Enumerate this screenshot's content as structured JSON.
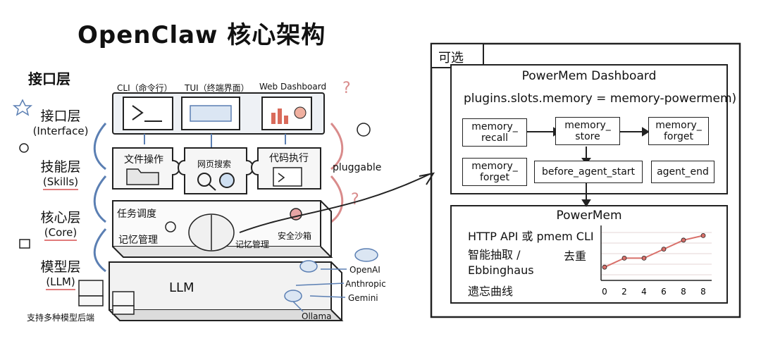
{
  "title": "OpenClaw 核心架构",
  "left_heading": "接口层",
  "layers": [
    {
      "name": "接口层",
      "sub": "(Interface)"
    },
    {
      "name": "技能层",
      "sub": "(Skills)"
    },
    {
      "name": "核心层",
      "sub": "(Core)"
    },
    {
      "name": "模型层",
      "sub": "(LLM)"
    }
  ],
  "interfaces": [
    "CLI（命令行）",
    "TUI（终端界面）",
    "Web Dashboard"
  ],
  "skills": [
    "文件操作",
    "网页搜索",
    "代码执行"
  ],
  "pluggable": "pluggable",
  "core": {
    "task": "任务调度",
    "memory_left": "记忆管理",
    "memory_right": "记忆管理",
    "security": "安全沙箱"
  },
  "llm": {
    "label": "LLM",
    "providers": [
      "OpenAI",
      "Anthropic",
      "Gemini",
      "Ollama"
    ],
    "backends": "支持多种模型后端"
  },
  "optional_panel": {
    "tab": "可选",
    "dashboard_title": "PowerMem Dashboard",
    "config": "plugins.slots.memory = memory-powermem)",
    "hooks": [
      "memory_ recall",
      "memory_ store",
      "memory_ forget",
      "memory_ forget",
      "before_agent_start",
      "agent_end"
    ],
    "powermem_title": "PowerMem",
    "api": "HTTP API 或 pmem CLI",
    "feature1a": "智能抽取 /",
    "feature1b": "去重",
    "feature2": "Ebbinghaus",
    "feature3": "遗忘曲线"
  },
  "chart_data": {
    "type": "line",
    "x_ticks": [
      "0",
      "2",
      "4",
      "6",
      "8",
      "8"
    ],
    "values": [
      2,
      4,
      4,
      6,
      8,
      9
    ]
  }
}
